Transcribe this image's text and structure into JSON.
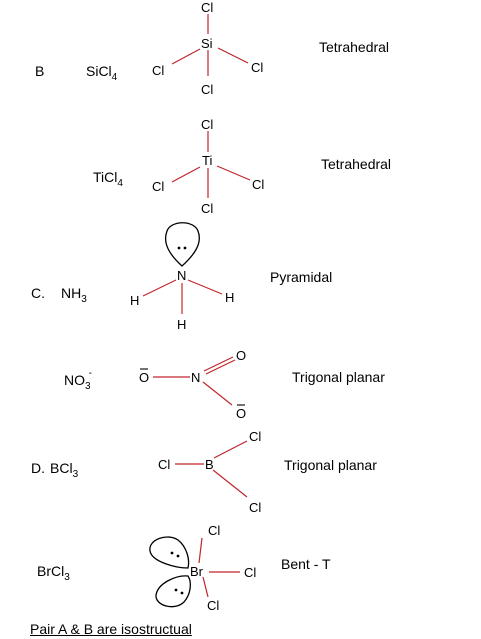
{
  "rows": {
    "sicl4": {
      "option": "B",
      "formula": "SiCl",
      "formula_sub": "4",
      "center": "Si",
      "ligand": "Cl",
      "shape": "Tetrahedral"
    },
    "ticl4": {
      "formula": "TiCl",
      "formula_sub": "4",
      "center": "Ti",
      "ligand": "Cl",
      "shape": "Tetrahedral"
    },
    "nh3": {
      "option": "C.",
      "formula": "NH",
      "formula_sub": "3",
      "center": "N",
      "ligand": "H",
      "shape": "Pyramidal"
    },
    "no3": {
      "formula": "NO",
      "formula_sub": "3",
      "formula_sup": "-",
      "center": "N",
      "ligand": "O",
      "shape": "Trigonal planar"
    },
    "bcl3": {
      "option": "D.",
      "formula": "BCl",
      "formula_sub": "3",
      "center": "B",
      "ligand": "Cl",
      "shape": "Trigonal planar"
    },
    "brcl3": {
      "formula": "BrCl",
      "formula_sub": "3",
      "center": "Br",
      "ligand": "Cl",
      "shape": "Bent - T"
    }
  },
  "footer": "Pair A & B are isostructual",
  "colors": {
    "bond": "#c0272d",
    "text": "#000000"
  }
}
